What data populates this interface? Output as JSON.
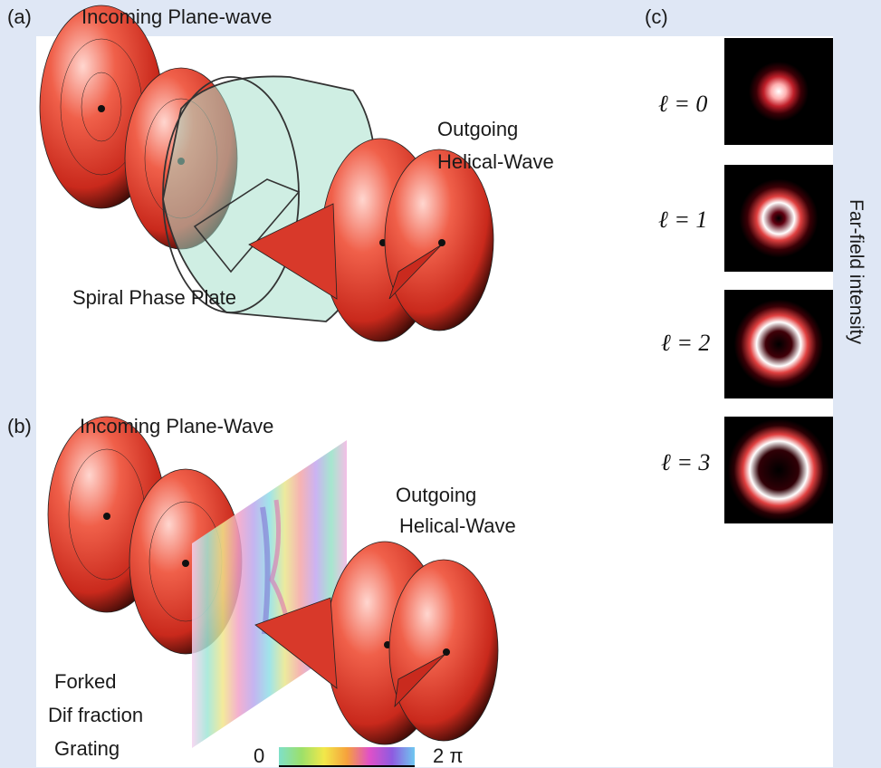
{
  "panel_a": {
    "tag": "(a)",
    "incoming": "Incoming Plane-wave",
    "outgoing_1": "Outgoing",
    "outgoing_2": "Helical-Wave",
    "device": "Spiral Phase Plate"
  },
  "panel_b": {
    "tag": "(b)",
    "incoming": "Incoming Plane-Wave",
    "outgoing_1": "Outgoing",
    "outgoing_2": "Helical-Wave",
    "device_1": "Forked",
    "device_2": "Dif fraction",
    "device_3": "Grating",
    "colorbar_min": "0",
    "colorbar_max": "2 π"
  },
  "panel_c": {
    "tag": "(c)",
    "side_label": "Far-field intensity",
    "modes": [
      {
        "label": "ℓ = 0",
        "l": 0
      },
      {
        "label": "ℓ = 1",
        "l": 1
      },
      {
        "label": "ℓ = 2",
        "l": 2
      },
      {
        "label": "ℓ  = 3",
        "l": 3
      }
    ]
  },
  "colors": {
    "background": "#dfe7f5",
    "wavefront": "#e0412e",
    "plate": "#a8e0cc",
    "ring": "#ffffff"
  }
}
